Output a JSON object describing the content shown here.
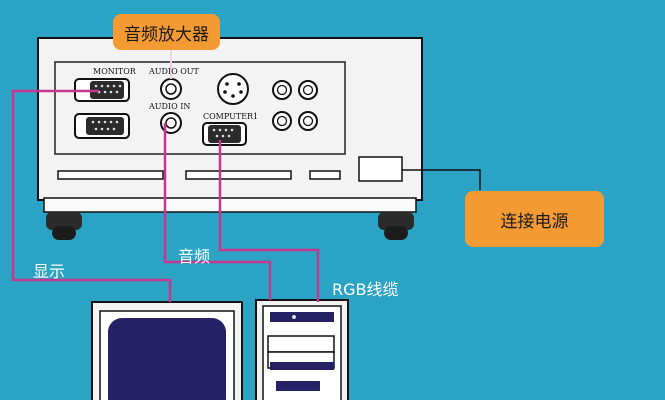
{
  "labels": {
    "amplifier": "音频放大器",
    "power": "连接电源",
    "audio": "音频",
    "display": "显示",
    "rgb": "RGB线缆"
  },
  "ports": {
    "monitor": "MONITOR",
    "audio_out": "AUDIO OUT",
    "audio_in": "AUDIO IN",
    "computer1": "COMPUTER1"
  },
  "colors": {
    "background": "#2aa3c4",
    "cable": "#c8358e",
    "label_box": "#f39a33",
    "device": "#f2f2f2"
  }
}
